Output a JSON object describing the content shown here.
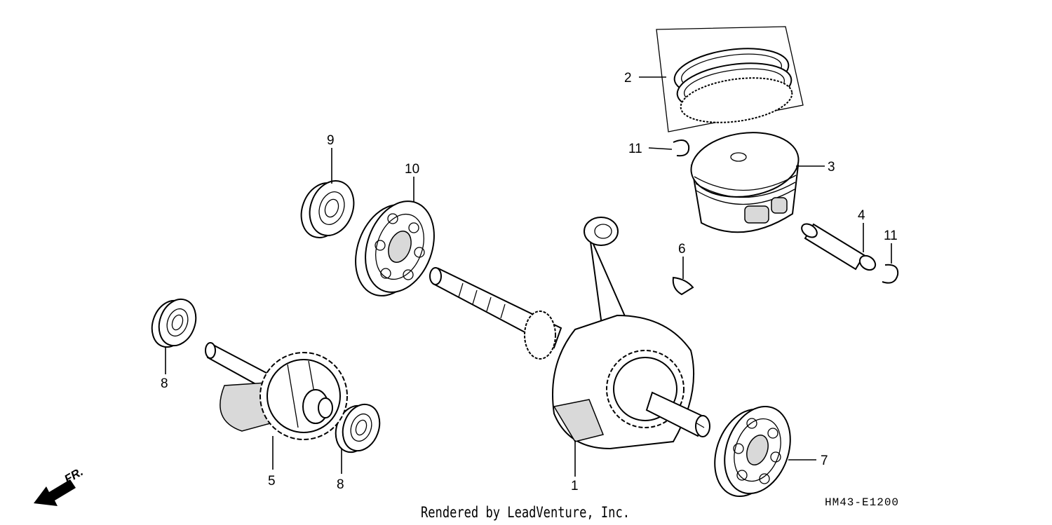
{
  "diagram": {
    "callouts": [
      {
        "id": "1",
        "label": "1"
      },
      {
        "id": "2",
        "label": "2"
      },
      {
        "id": "3",
        "label": "3"
      },
      {
        "id": "4",
        "label": "4"
      },
      {
        "id": "5",
        "label": "5"
      },
      {
        "id": "6",
        "label": "6"
      },
      {
        "id": "7",
        "label": "7"
      },
      {
        "id": "8a",
        "label": "8"
      },
      {
        "id": "8b",
        "label": "8"
      },
      {
        "id": "9",
        "label": "9"
      },
      {
        "id": "10",
        "label": "10"
      },
      {
        "id": "11a",
        "label": "11"
      },
      {
        "id": "11b",
        "label": "11"
      }
    ],
    "direction_marker": "FR.",
    "reference_code": "HM43-E1200"
  },
  "footer": {
    "credit": "Rendered by LeadVenture, Inc."
  }
}
